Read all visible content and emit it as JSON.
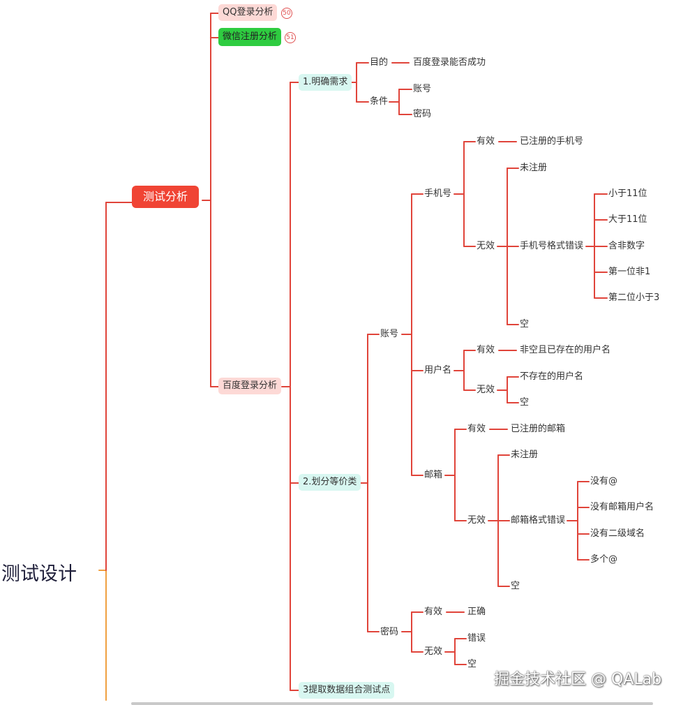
{
  "root": "测试设计",
  "l1": {
    "main": "测试分析"
  },
  "l2": {
    "qq": "QQ登录分析",
    "wechat": "微信注册分析",
    "baidu": "百度登录分析"
  },
  "badges": {
    "qq": "50",
    "wechat": "51"
  },
  "steps": {
    "s1": "1.明确需求",
    "s2": "2.划分等价类",
    "s3": "3提取数据组合测试点"
  },
  "req": {
    "goal": "目的",
    "goal_value": "百度登录能否成功",
    "cond": "条件",
    "account": "账号",
    "password": "密码"
  },
  "eq": {
    "account": "账号",
    "password": "密码",
    "phone": {
      "label": "手机号",
      "valid": "有效",
      "valid_value": "已注册的手机号",
      "invalid": "无效",
      "unregistered": "未注册",
      "format_error": "手机号格式错误",
      "empty": "空",
      "formats": [
        "小于11位",
        "大于11位",
        "含非数字",
        "第一位非1",
        "第二位小于3"
      ]
    },
    "username": {
      "label": "用户名",
      "valid": "有效",
      "valid_value": "非空且已存在的用户名",
      "invalid": "无效",
      "not_exist": "不存在的用户名",
      "empty": "空"
    },
    "email": {
      "label": "邮箱",
      "valid": "有效",
      "valid_value": "已注册的邮箱",
      "invalid": "无效",
      "unregistered": "未注册",
      "format_error": "邮箱格式错误",
      "empty": "空",
      "formats": [
        "没有@",
        "没有邮箱用户名",
        "没有二级域名",
        "多个@"
      ]
    },
    "pwd": {
      "valid": "有效",
      "correct": "正确",
      "invalid": "无效",
      "wrong": "错误",
      "empty": "空"
    }
  },
  "watermark": "掘金技术社区 @ QALab",
  "colors": {
    "line": "#e0443a",
    "root_line": "#f0a040",
    "main_box": "#f04434",
    "pink_box": "#fdd9d6",
    "mint_box": "#d8f7f1",
    "green_box": "#2ecc40"
  }
}
